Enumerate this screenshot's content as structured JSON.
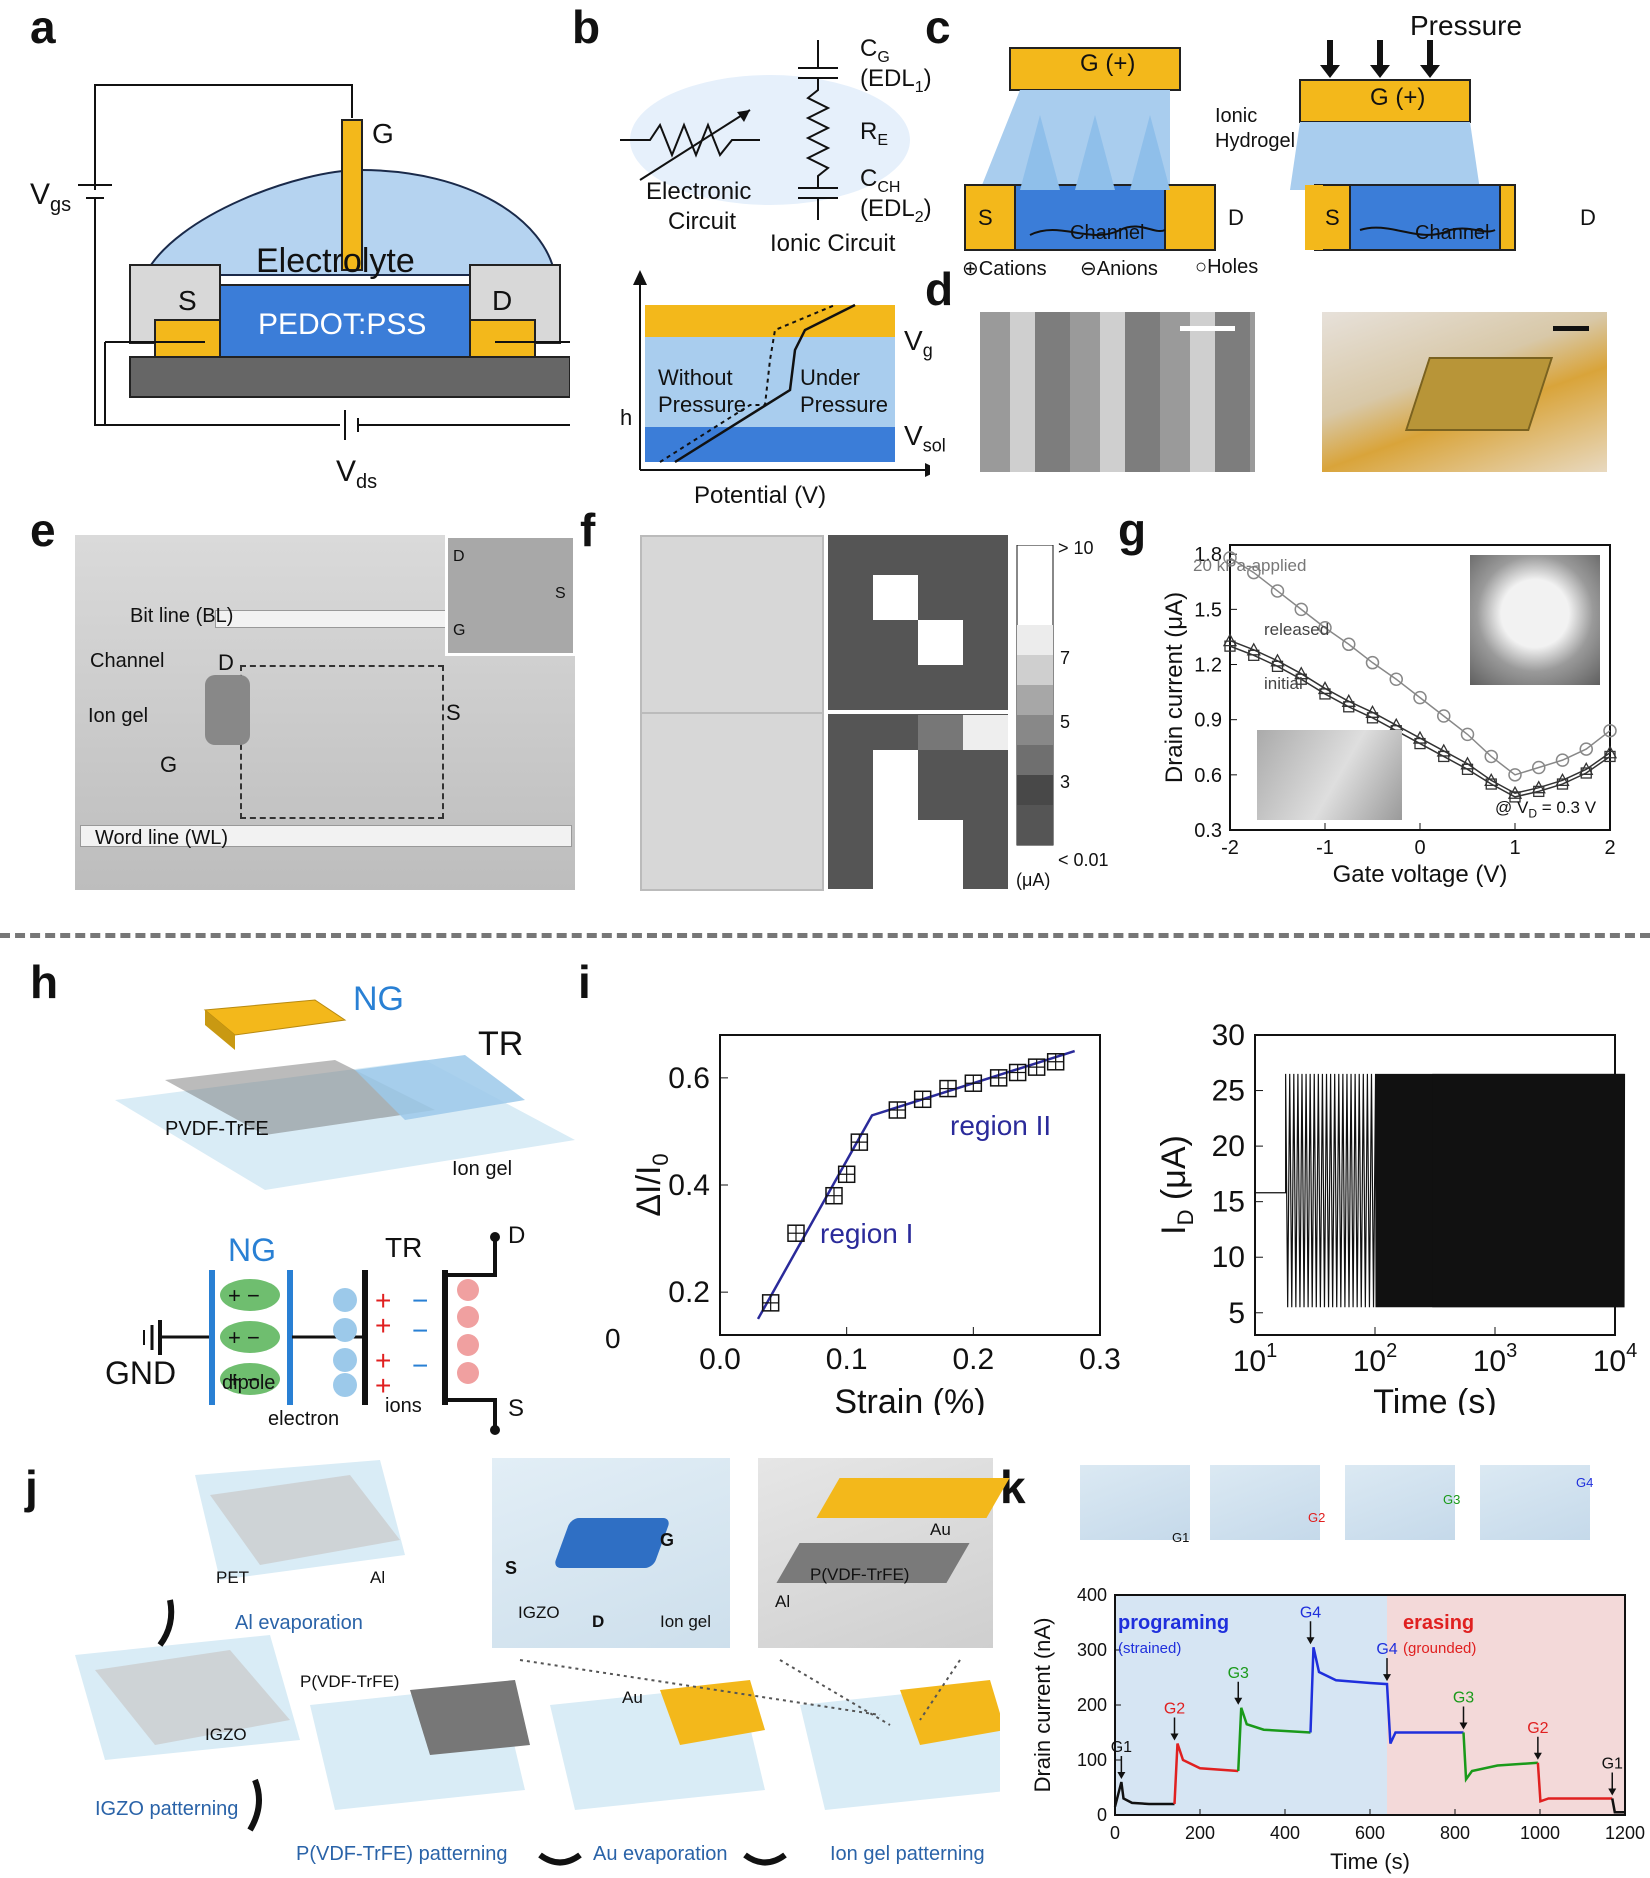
{
  "panel_labels": {
    "a": "a",
    "b": "b",
    "c": "c",
    "d": "d",
    "e": "e",
    "f": "f",
    "g": "g",
    "h": "h",
    "i": "i",
    "j": "j",
    "k": "k"
  },
  "panel_a": {
    "gate": "G",
    "vgs": "V",
    "vgs_sub": "gs",
    "electrolyte": "Electrolyte",
    "source": "S",
    "drain": "D",
    "channel": "PEDOT:PSS",
    "vds": "V",
    "vds_sub": "ds"
  },
  "panel_b": {
    "cg": "C",
    "cg_sub": "G",
    "edl1": "(EDL",
    "edl1_sub": "1",
    "edl1_close": ")",
    "re": "R",
    "re_sub": "E",
    "cch": "C",
    "cch_sub": "CH",
    "edl2": "(EDL",
    "edl2_sub": "2",
    "edl2_close": ")",
    "electronic_circuit_1": "Electronic",
    "electronic_circuit_2": "Circuit",
    "ionic_circuit": "Ionic Circuit",
    "h_axis": "h",
    "without_1": "Without",
    "without_2": "Pressure",
    "under_1": "Under",
    "under_2": "Pressure",
    "vg": "V",
    "vg_sub": "g",
    "vsol": "V",
    "vsol_sub": "sol",
    "potential": "Potential (V)"
  },
  "panel_c": {
    "gate": "G (+)",
    "ionic_1": "Ionic",
    "ionic_2": "Hydrogel",
    "s": "S",
    "d": "D",
    "channel": "Channel",
    "pressure": "Pressure",
    "legend": [
      {
        "symbol": "⊕",
        "label": "Cations"
      },
      {
        "symbol": "⊖",
        "label": "Anions"
      },
      {
        "symbol": "○",
        "label": "Holes"
      }
    ]
  },
  "panel_e": {
    "bit_line": "Bit line (BL)",
    "channel": "Channel",
    "d": "D",
    "ion_gel": "Ion gel",
    "g": "G",
    "s": "S",
    "word_line": "Word line (WL)",
    "inset": {
      "d": "D",
      "s": "S",
      "g": "G"
    }
  },
  "panel_f": {
    "colorbar_ticks": [
      "> 10",
      "7",
      "5",
      "3",
      "< 0.01"
    ],
    "unit": "(μA)"
  },
  "panel_g": {
    "applied": "20 kPa-applied",
    "released": "released",
    "initial": "initial",
    "condition": "@ V",
    "condition_sub": "D",
    "condition_rest": " = 0.3 V"
  },
  "panel_h": {
    "ng": "NG",
    "tr": "TR",
    "pvdf": "PVDF-TrFE",
    "ion_gel": "Ion gel",
    "ng2": "NG",
    "tr2": "TR",
    "d": "D",
    "s": "S",
    "gnd": "GND",
    "dipole": "dipole",
    "electron": "electron",
    "ions": "ions"
  },
  "panel_i": {
    "region1": "region I",
    "region2": "region II",
    "zero": "0"
  },
  "panel_j": {
    "pet": "PET",
    "al": "Al",
    "al_evap": "Al evaporation",
    "igzo": "IGZO",
    "igzo_pat": "IGZO patterning",
    "pvdf": "P(VDF-TrFE)",
    "pvdf_pat": "P(VDF-TrFE) patterning",
    "au": "Au",
    "au_evap": "Au evaporation",
    "iongel_pat": "Ion gel patterning",
    "z_s": "S",
    "z_g": "G",
    "z_igzo": "IGZO",
    "z_d": "D",
    "z_iongel": "Ion gel",
    "z_au": "Au",
    "z_pvdf": "P(VDF-TrFE)",
    "z_al": "Al"
  },
  "panel_k": {
    "gates_top": [
      "G1",
      "G2",
      "G3",
      "G4"
    ],
    "programing": "programing",
    "strained": "(strained)",
    "erasing": "erasing",
    "grounded": "(grounded)",
    "events": [
      {
        "label": "G1",
        "x": 15
      },
      {
        "label": "G2",
        "x": 140
      },
      {
        "label": "G3",
        "x": 290
      },
      {
        "label": "G4",
        "x": 460
      },
      {
        "label": "G4",
        "x": 640
      },
      {
        "label": "G3",
        "x": 820
      },
      {
        "label": "G2",
        "x": 995
      },
      {
        "label": "G1",
        "x": 1170
      }
    ]
  },
  "colors": {
    "gold": "#f3b81b",
    "blue": "#3b7dd8",
    "lightblue": "#a9cdee",
    "electrolyte": "#b5d3f0",
    "prog_bg": "#d6e5f3",
    "erase_bg": "#f3d9d9"
  },
  "chart_data": [
    {
      "id": "g",
      "type": "line",
      "xlabel": "Gate voltage (V)",
      "ylabel": "Drain current (μA)",
      "xlim": [
        -2,
        2
      ],
      "ylim": [
        0.3,
        1.85
      ],
      "xticks": [
        "-2",
        "-1",
        "0",
        "1",
        "2"
      ],
      "yticks": [
        "0.3",
        "0.6",
        "0.9",
        "1.2",
        "1.5",
        "1.8"
      ],
      "x": [
        -2,
        -1.75,
        -1.5,
        -1.25,
        -1,
        -0.75,
        -0.5,
        -0.25,
        0,
        0.25,
        0.5,
        0.75,
        1,
        1.25,
        1.5,
        1.75,
        2
      ],
      "series": [
        {
          "name": "20 kPa-applied",
          "values": [
            1.78,
            1.7,
            1.6,
            1.5,
            1.4,
            1.31,
            1.21,
            1.12,
            1.02,
            0.92,
            0.82,
            0.7,
            0.6,
            0.64,
            0.68,
            0.74,
            0.84
          ]
        },
        {
          "name": "released",
          "values": [
            1.33,
            1.28,
            1.22,
            1.15,
            1.07,
            1.0,
            0.94,
            0.87,
            0.8,
            0.73,
            0.66,
            0.57,
            0.5,
            0.53,
            0.57,
            0.63,
            0.72
          ]
        },
        {
          "name": "initial",
          "values": [
            1.3,
            1.25,
            1.19,
            1.12,
            1.04,
            0.97,
            0.91,
            0.84,
            0.77,
            0.7,
            0.63,
            0.55,
            0.48,
            0.51,
            0.55,
            0.61,
            0.7
          ]
        }
      ]
    },
    {
      "id": "i-left",
      "type": "scatter",
      "xlabel": "Strain (%)",
      "ylabel": "ΔI/I",
      "ylabel_sub": "0",
      "xlim": [
        0,
        0.3
      ],
      "ylim": [
        0.12,
        0.68
      ],
      "xticks": [
        "0.0",
        "0.1",
        "0.2",
        "0.3"
      ],
      "yticks": [
        "0.2",
        "0.4",
        "0.6"
      ],
      "x": [
        0.04,
        0.06,
        0.09,
        0.1,
        0.11,
        0.14,
        0.16,
        0.18,
        0.2,
        0.22,
        0.235,
        0.25,
        0.265
      ],
      "values": [
        0.18,
        0.31,
        0.38,
        0.42,
        0.48,
        0.54,
        0.56,
        0.58,
        0.59,
        0.6,
        0.61,
        0.62,
        0.63
      ],
      "fit_x": [
        0.03,
        0.12,
        0.28
      ],
      "fit_y": [
        0.15,
        0.53,
        0.65
      ]
    },
    {
      "id": "i-right",
      "type": "line",
      "xlabel": "Time (s)",
      "ylabel": "I",
      "ylabel_sub": "D",
      "ylabel_rest": " (μA)",
      "x_log": true,
      "xlim": [
        10,
        10000
      ],
      "ylim": [
        3,
        30
      ],
      "xticks": [
        "10",
        "10",
        "10",
        "10"
      ],
      "xtick_exps": [
        "1",
        "2",
        "3",
        "4"
      ],
      "yticks": [
        "5",
        "10",
        "15",
        "20",
        "25",
        "30"
      ],
      "baseline": 15.8,
      "low": 5.5,
      "high": 26.5
    },
    {
      "id": "k",
      "type": "line",
      "xlabel": "Time (s)",
      "ylabel": "Drain current (nA)",
      "xlim": [
        0,
        1200
      ],
      "ylim": [
        0,
        400
      ],
      "xticks": [
        "0",
        "200",
        "400",
        "600",
        "800",
        "1000",
        "1200"
      ],
      "yticks": [
        "0",
        "100",
        "200",
        "300",
        "400"
      ],
      "series": [
        {
          "name": "G1",
          "color": "#111111",
          "x": [
            0,
            15,
            20,
            40,
            80,
            140
          ],
          "values": [
            15,
            60,
            30,
            22,
            20,
            20
          ]
        },
        {
          "name": "G2",
          "color": "#e02020",
          "x": [
            140,
            147,
            160,
            200,
            290
          ],
          "values": [
            20,
            130,
            100,
            85,
            80
          ]
        },
        {
          "name": "G3",
          "color": "#1a9a1a",
          "x": [
            290,
            297,
            310,
            350,
            460
          ],
          "values": [
            80,
            195,
            165,
            155,
            150
          ]
        },
        {
          "name": "G4",
          "color": "#1f2fdc",
          "x": [
            460,
            467,
            480,
            520,
            600,
            640,
            648,
            660,
            820
          ],
          "values": [
            150,
            305,
            260,
            245,
            240,
            238,
            130,
            150,
            150
          ]
        },
        {
          "name": "G3",
          "color": "#1a9a1a",
          "x": [
            820,
            826,
            840,
            900,
            995
          ],
          "values": [
            150,
            65,
            80,
            90,
            95
          ]
        },
        {
          "name": "G2",
          "color": "#e02020",
          "x": [
            995,
            1001,
            1020,
            1100,
            1170
          ],
          "values": [
            95,
            25,
            30,
            30,
            30
          ]
        },
        {
          "name": "G1",
          "color": "#111111",
          "x": [
            1170,
            1176,
            1190,
            1200
          ],
          "values": [
            30,
            5,
            5,
            5
          ]
        }
      ],
      "regions": [
        {
          "name": "programing",
          "from": 0,
          "to": 640
        },
        {
          "name": "erasing",
          "from": 640,
          "to": 1200
        }
      ]
    }
  ]
}
